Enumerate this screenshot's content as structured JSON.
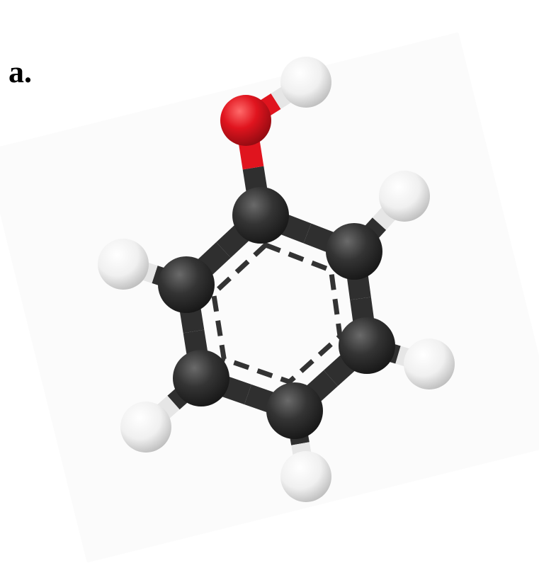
{
  "figure": {
    "panel_label": "a."
  },
  "molecule": {
    "style": "ball-and-stick",
    "colors": {
      "carbon": "#333333",
      "oxygen": "#e0141e",
      "hydrogen": "#f2f2f2",
      "bond": "#2f2f2f",
      "aromatic_ring": "#333333"
    },
    "atoms": [
      {
        "id": "C1",
        "element": "C"
      },
      {
        "id": "C2",
        "element": "C"
      },
      {
        "id": "C3",
        "element": "C"
      },
      {
        "id": "C4",
        "element": "C"
      },
      {
        "id": "C5",
        "element": "C"
      },
      {
        "id": "C6",
        "element": "C"
      },
      {
        "id": "O1",
        "element": "O"
      },
      {
        "id": "H1",
        "element": "H"
      },
      {
        "id": "H2",
        "element": "H"
      },
      {
        "id": "H3",
        "element": "H"
      },
      {
        "id": "H4",
        "element": "H"
      },
      {
        "id": "H5",
        "element": "H"
      },
      {
        "id": "H6",
        "element": "H"
      }
    ],
    "bonds": [
      [
        "C1",
        "C2"
      ],
      [
        "C2",
        "C3"
      ],
      [
        "C3",
        "C4"
      ],
      [
        "C4",
        "C5"
      ],
      [
        "C5",
        "C6"
      ],
      [
        "C6",
        "C1"
      ],
      [
        "C1",
        "O1"
      ],
      [
        "O1",
        "H1"
      ],
      [
        "C2",
        "H2"
      ],
      [
        "C3",
        "H3"
      ],
      [
        "C4",
        "H4"
      ],
      [
        "C5",
        "H5"
      ],
      [
        "C6",
        "H6"
      ]
    ]
  }
}
